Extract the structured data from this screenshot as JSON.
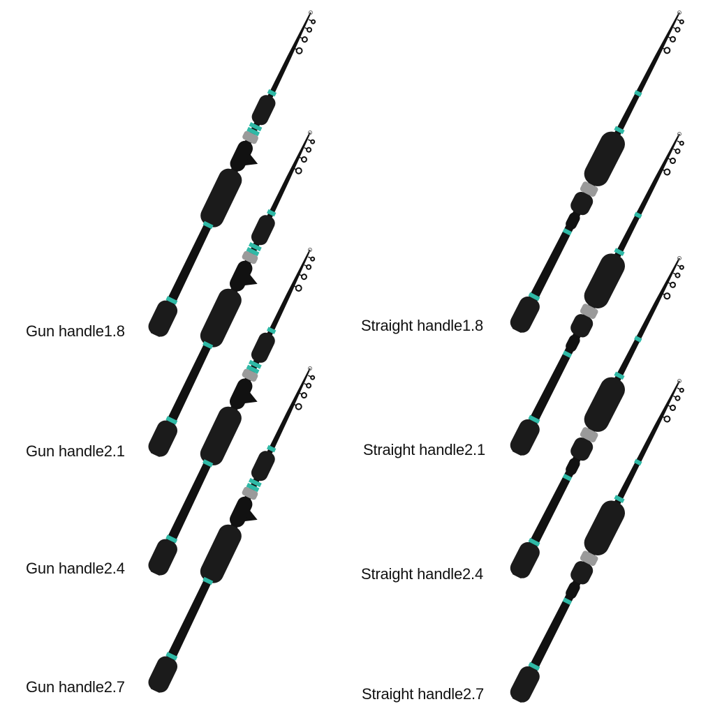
{
  "colors": {
    "background": "#ffffff",
    "rod_black": "#111111",
    "foam_grip": "#1b1b1b",
    "accent_teal": "#2fb9a6",
    "reel_seat_silver": "#9a9a9a",
    "label_text": "#111111"
  },
  "gun_handle_labels": [
    "Gun handle1.8",
    "Gun handle2.1",
    "Gun handle2.4",
    "Gun handle2.7"
  ],
  "straight_handle_labels": [
    "Straight handle1.8",
    "Straight handle2.1",
    "Straight handle2.4",
    "Straight handle2.7"
  ]
}
